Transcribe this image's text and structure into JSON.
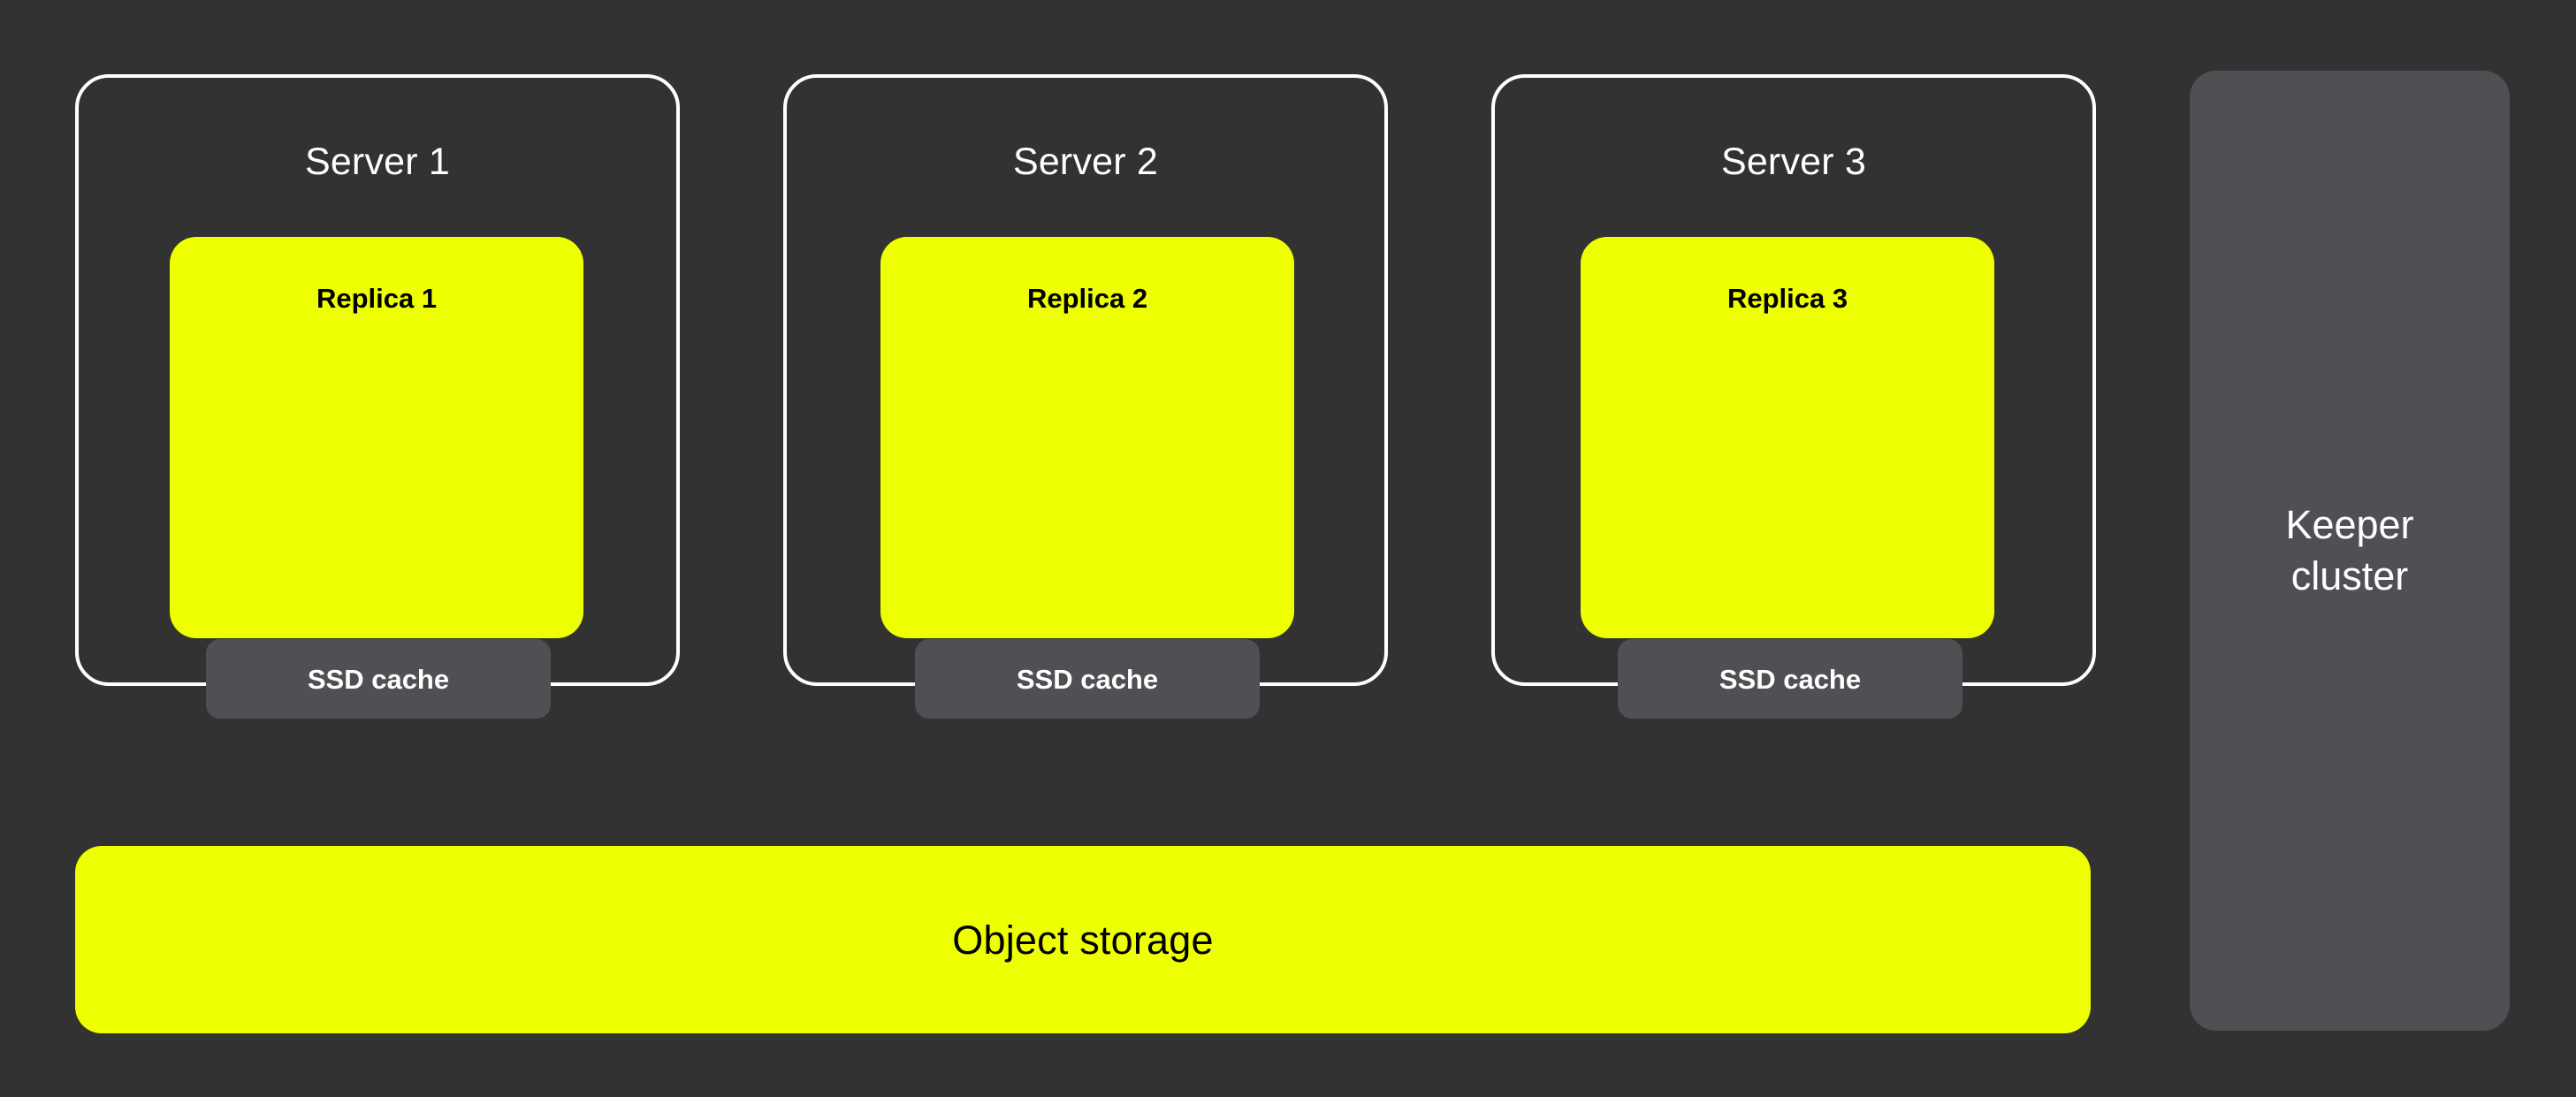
{
  "diagram": {
    "background_color": "#323232",
    "accent_yellow": "#EDFF00",
    "panel_gray": "#4E5054",
    "outline_white": "#FFFFFF",
    "servers": [
      {
        "title": "Server 1",
        "replica_label": "Replica 1",
        "cache_label": "SSD cache"
      },
      {
        "title": "Server 2",
        "replica_label": "Replica 2",
        "cache_label": "SSD cache"
      },
      {
        "title": "Server 3",
        "replica_label": "Replica 3",
        "cache_label": "SSD cache"
      }
    ],
    "object_storage": {
      "label": "Object storage"
    },
    "keeper": {
      "label": "Keeper\ncluster"
    }
  }
}
